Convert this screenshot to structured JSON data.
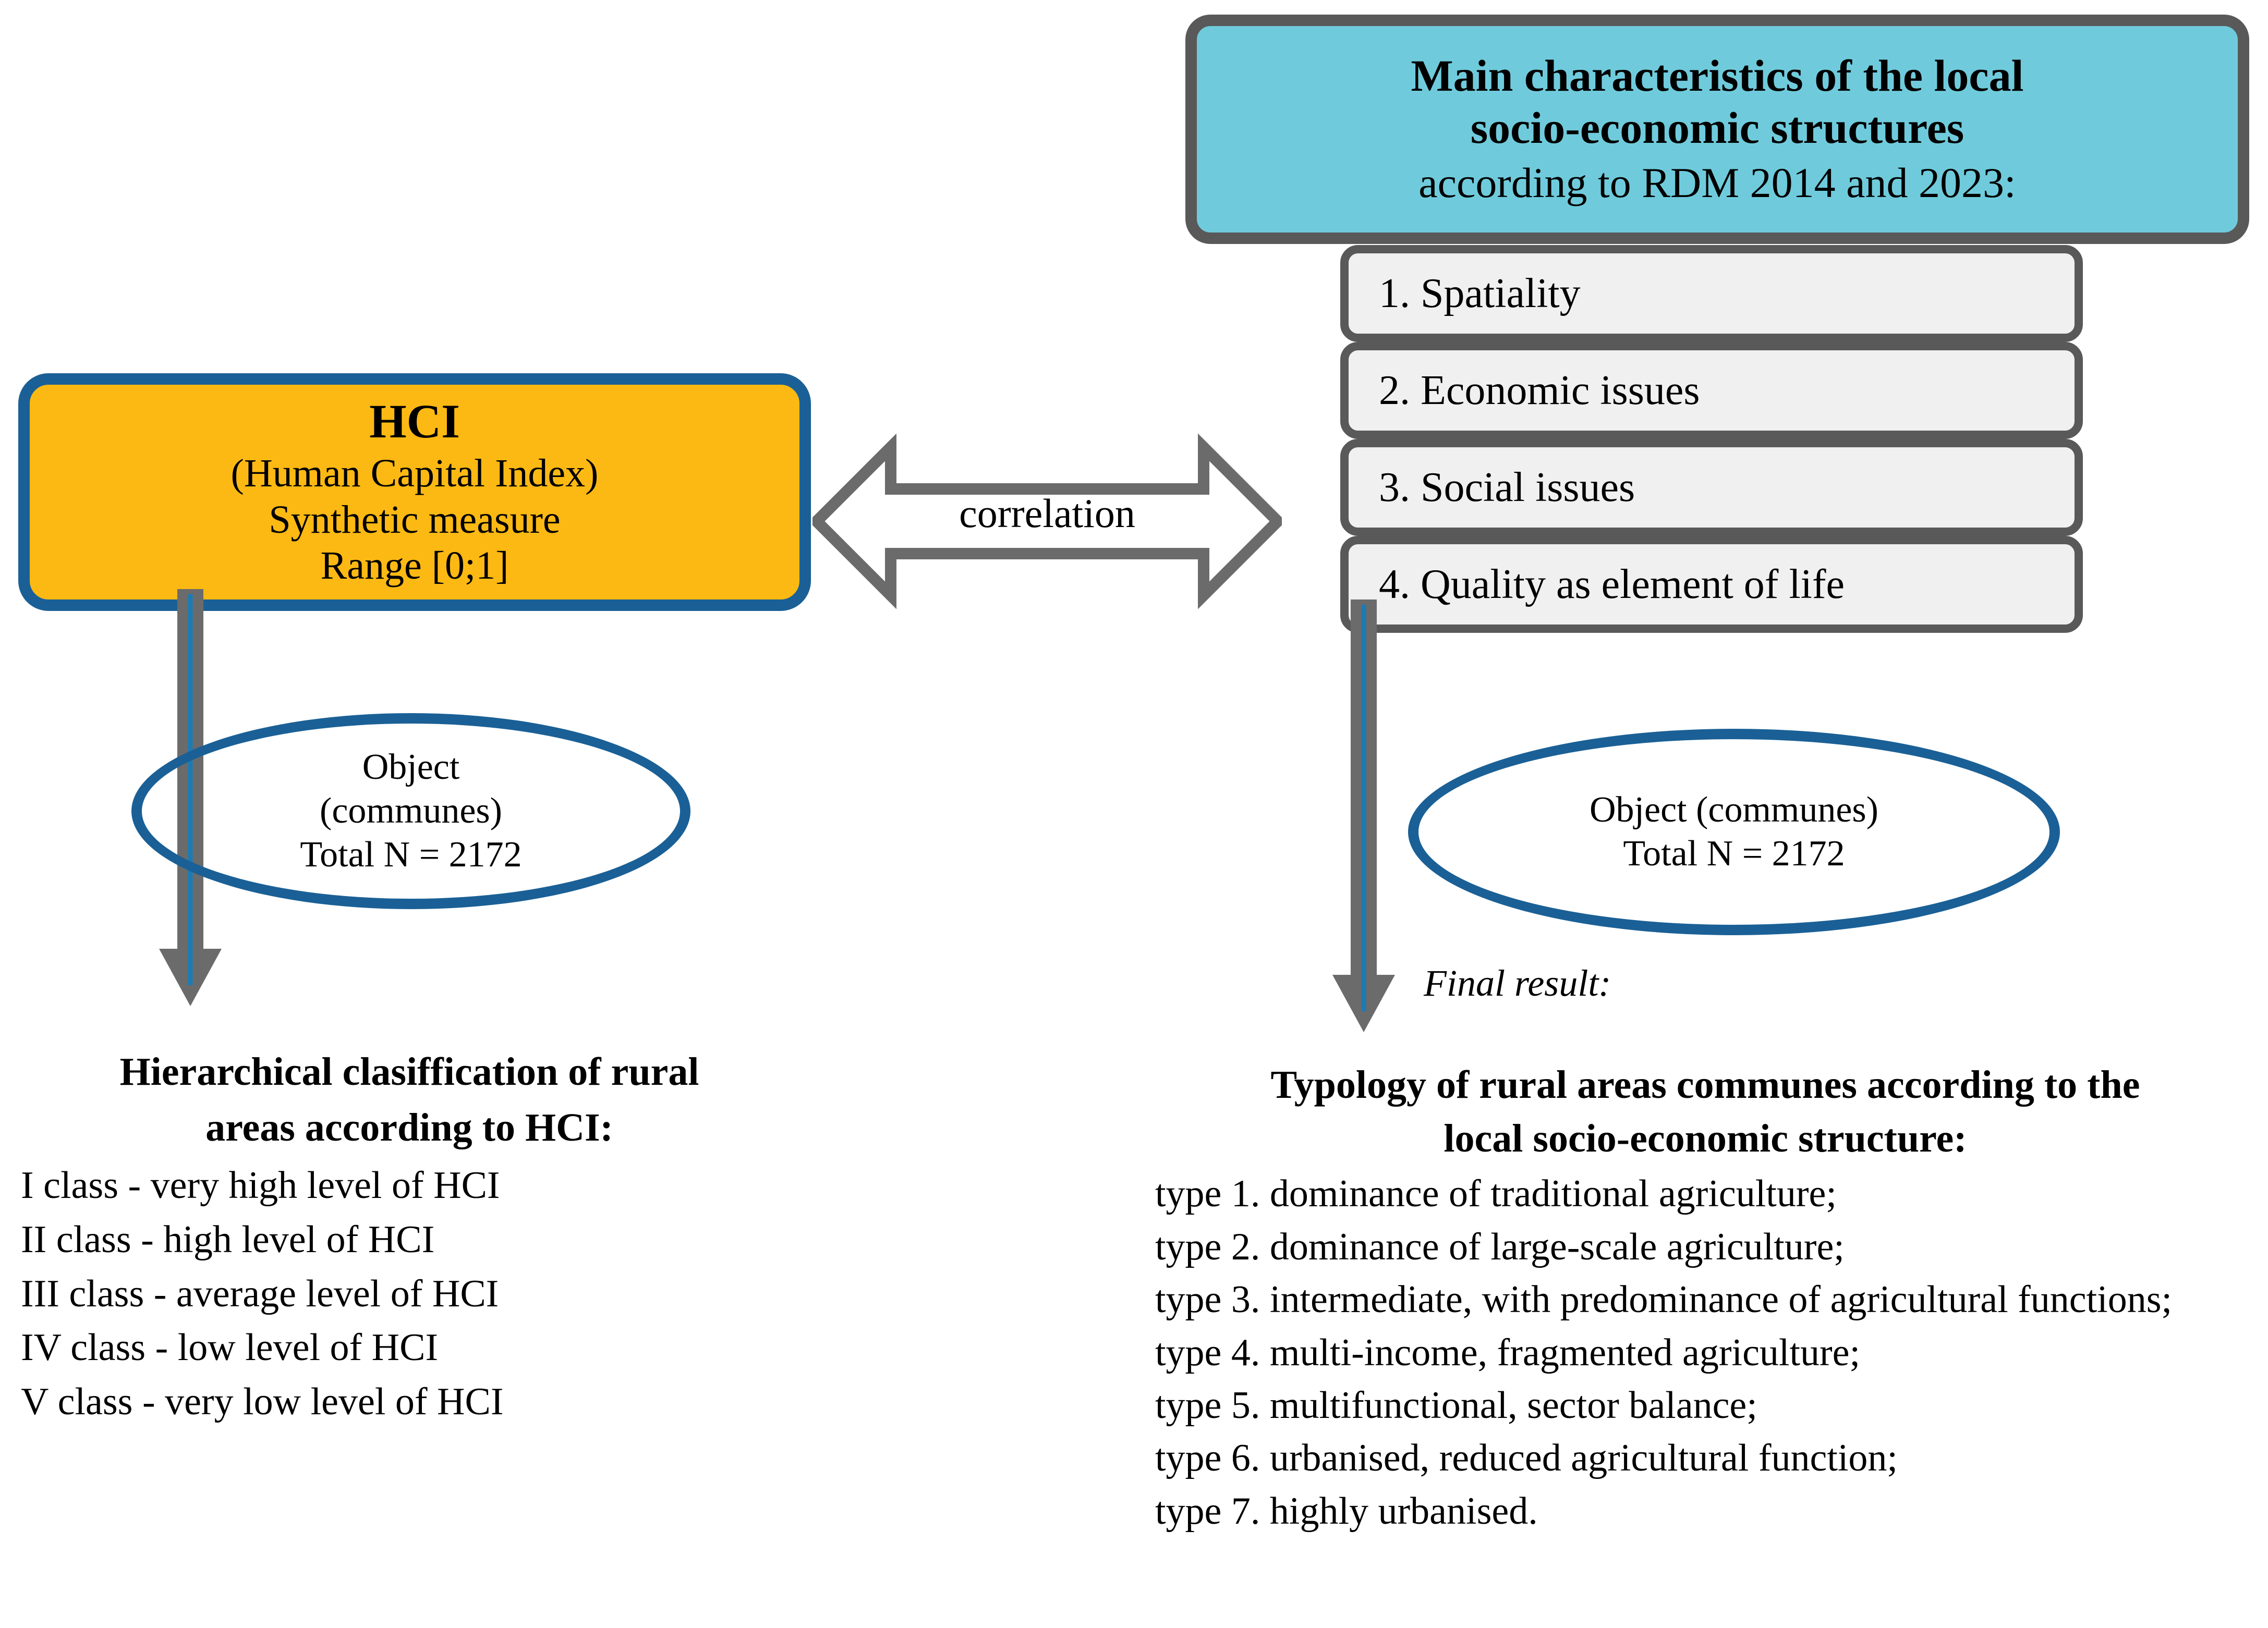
{
  "left_box": {
    "title": "HCI",
    "lines": [
      "(Human Capital Index)",
      "Synthetic measure",
      "Range [0;1]"
    ]
  },
  "connector": {
    "label": "correlation",
    "icon": "double-headed-arrow-icon"
  },
  "right_header": {
    "line1": "Main characteristics of the local",
    "line2": "socio-economic structures",
    "line3": "according to RDM 2014 and 2023:"
  },
  "characteristics": [
    "1. Spatiality",
    "2. Economic issues",
    "3. Social issues",
    "4. Quality as element of life"
  ],
  "object_left": {
    "lines": [
      "Object",
      "(communes)",
      "Total N = 2172"
    ]
  },
  "object_right": {
    "lines": [
      "Object (communes)",
      "Total N = 2172"
    ]
  },
  "final_result_label": "Final result:",
  "left_results": {
    "heading_line1": "Hierarchical clasiffication of rural",
    "heading_line2": "areas according to HCI:",
    "items": [
      "I class - very high level of HCI",
      "II class - high level of HCI",
      "III class - average level of HCI",
      "IV class - low level of HCI",
      "V class - very low level of HCI"
    ]
  },
  "right_results": {
    "heading_line1": "Typology of rural areas communes according to the",
    "heading_line2": "local socio-economic structure:",
    "items": [
      "type 1. dominance of traditional agriculture;",
      "type 2. dominance of large-scale agriculture;",
      "type 3. intermediate, with predominance of agricultural functions;",
      "type 4. multi-income, fragmented agriculture;",
      "type 5. multifunctional, sector balance;",
      "type 6. urbanised, reduced agricultural function;",
      "type 7. highly urbanised."
    ]
  },
  "colors": {
    "orange_fill": "#FDB913",
    "blue_border": "#1A6096",
    "cyan_fill": "#6FCBDC",
    "grey_border": "#595959",
    "grey_fill": "#F0F0F0",
    "arrow_grey": "#6B6B6B",
    "arrow_center_line": "#1B7BB5"
  }
}
